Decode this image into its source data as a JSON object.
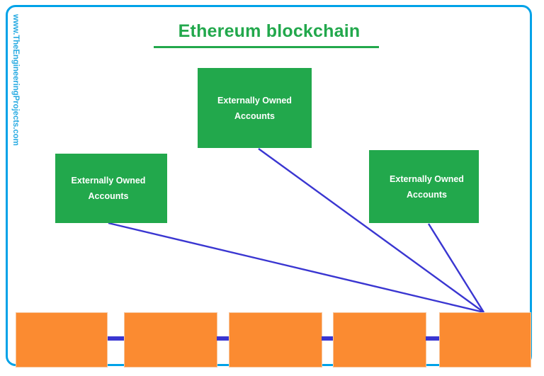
{
  "diagram": {
    "title": "Ethereum blockchain",
    "watermark": "www.TheEngineeringProjects.com",
    "colors": {
      "frame": "#00a2e8",
      "title": "#22a84c",
      "account_box": "#22a84c",
      "account_text": "#ffffff",
      "block": "#fb8b31",
      "connector": "#3a36d1",
      "watermark": "#29abe2"
    },
    "accounts": [
      {
        "id": "top",
        "line1": "Externally Owned",
        "line2": "Accounts"
      },
      {
        "id": "left",
        "line1": "Externally Owned",
        "line2": "Accounts"
      },
      {
        "id": "right",
        "line1": "Externally Owned",
        "line2": "Accounts"
      }
    ],
    "blocks": [
      {
        "index": "1",
        "label": ""
      },
      {
        "index": "2",
        "label": ""
      },
      {
        "index": "3",
        "label": ""
      },
      {
        "index": "4",
        "label": ""
      },
      {
        "index": "5",
        "label": ""
      }
    ],
    "connections": [
      {
        "from": "eoa-top",
        "to": "block-5"
      },
      {
        "from": "eoa-left",
        "to": "block-5"
      },
      {
        "from": "eoa-right",
        "to": "block-5"
      }
    ]
  }
}
